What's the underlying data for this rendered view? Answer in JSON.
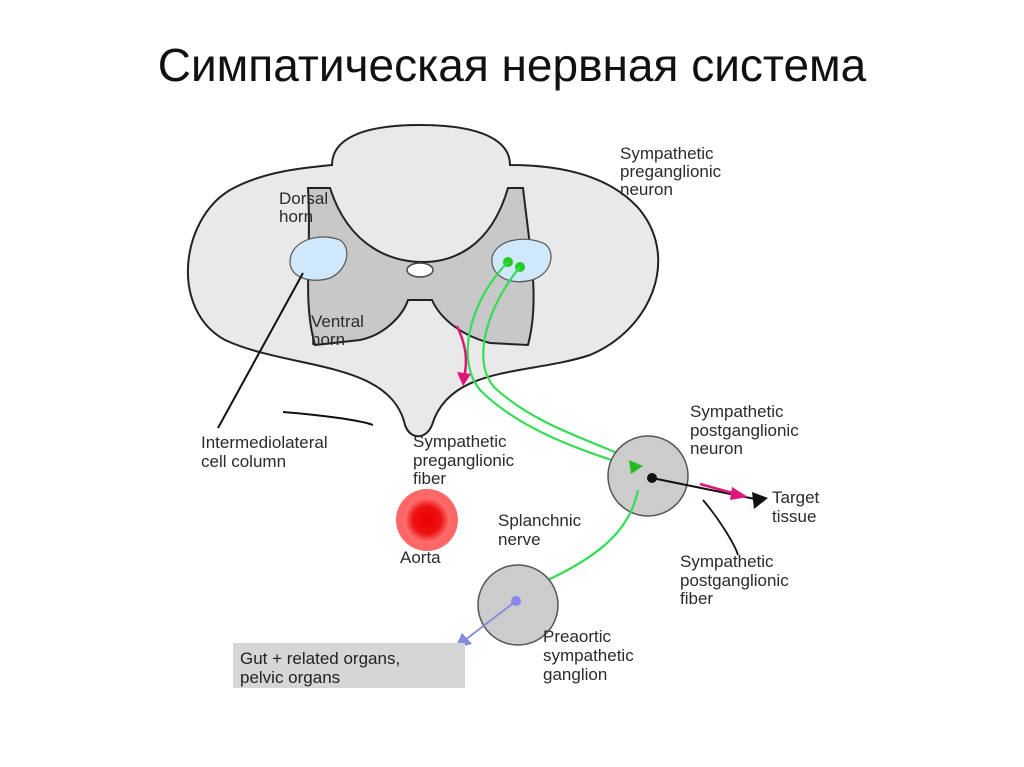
{
  "title": "Симпатическая нервная система",
  "labels": {
    "preganglionic_neuron": [
      "Sympathetic",
      "preganglionic",
      "neuron"
    ],
    "dorsal_horn": [
      "Dorsal",
      "horn"
    ],
    "ventral_horn": [
      "Ventral",
      "horn"
    ],
    "intermediolateral": [
      "Intermediolateral",
      "cell column"
    ],
    "preganglionic_fiber": [
      "Sympathetic",
      "preganglionic",
      "fiber"
    ],
    "postganglionic_neuron": [
      "Sympathetic",
      "postganglionic",
      "neuron"
    ],
    "target_tissue": [
      "Target",
      "tissue"
    ],
    "aorta": [
      "Aorta"
    ],
    "splanchnic_nerve": [
      "Splanchnic",
      "nerve"
    ],
    "postganglionic_fiber": [
      "Sympathetic",
      "postganglionic",
      "fiber"
    ],
    "preaortic_ganglion": [
      "Preaortic",
      "sympathetic",
      "ganglion"
    ],
    "gut_box": [
      "Gut + related organs,",
      "pelvic organs"
    ]
  },
  "colors": {
    "white_matter": "#e9e9e9",
    "grey_matter": "#c8c8c8",
    "lateral_horn": "#cfe8fb",
    "fiber": "#33dd55",
    "neuron_cell": "#22cc22",
    "aorta_outer": "#ff5555",
    "aorta_inner": "#e60000",
    "ganglion": "#cccccc",
    "arrow_magenta": "#e0157a",
    "enteric_fiber": "#8888dd",
    "gut_box": "#d6d6d6"
  }
}
